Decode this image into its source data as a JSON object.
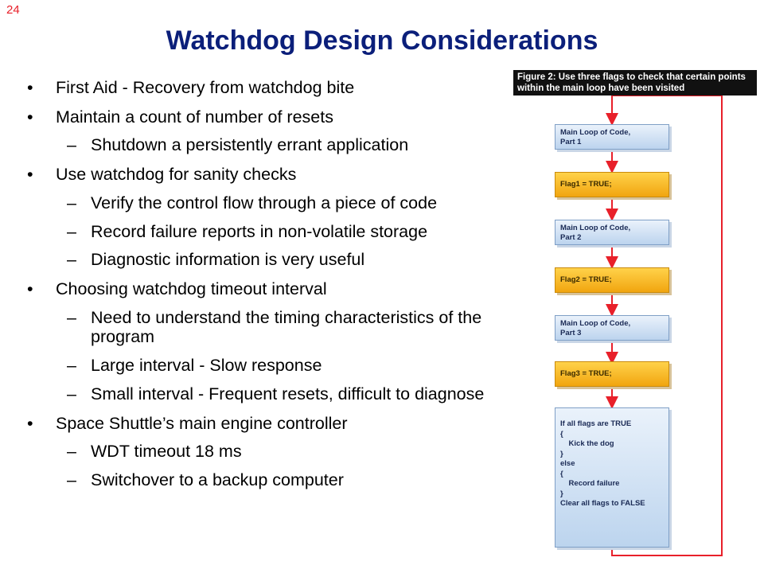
{
  "slide_number": "24",
  "title": "Watchdog Design Considerations",
  "bullets": [
    {
      "level": 1,
      "text": "First Aid - Recovery from watchdog bite"
    },
    {
      "level": 1,
      "text": "Maintain a count of number of resets"
    },
    {
      "level": 2,
      "text": "Shutdown a persistently errant application"
    },
    {
      "level": 1,
      "text": "Use watchdog for sanity checks"
    },
    {
      "level": 2,
      "text": "Verify the control flow through a piece of code"
    },
    {
      "level": 2,
      "text": "Record failure reports in non-volatile storage"
    },
    {
      "level": 2,
      "text": "Diagnostic information is very useful"
    },
    {
      "level": 1,
      "text": "Choosing watchdog timeout interval"
    },
    {
      "level": 2,
      "text": "Need to understand the timing characteristics of the program"
    },
    {
      "level": 2,
      "text": "Large interval - Slow response"
    },
    {
      "level": 2,
      "text": "Small interval - Frequent resets, difficult to diagnose"
    },
    {
      "level": 1,
      "text": "Space Shuttle’s main engine controller"
    },
    {
      "level": 2,
      "text": "WDT timeout 18 ms"
    },
    {
      "level": 2,
      "text": "Switchover to a backup computer"
    }
  ],
  "figure": {
    "caption": "Figure 2: Use three flags to check that certain points within the main loop have been visited",
    "boxes": [
      "Main Loop of Code,\nPart 1",
      "Flag1 = TRUE;",
      "Main Loop of Code,\nPart 2",
      "Flag2 = TRUE;",
      "Main Loop of Code,\nPart 3",
      "Flag3 = TRUE;",
      "If all flags are TRUE\n{\n    Kick the dog\n}\nelse\n{\n    Record failure\n}\nClear all flags to FALSE"
    ]
  },
  "colors": {
    "title": "#0b1f7a",
    "slide_number": "#e8202a",
    "flow_line": "#e8202a",
    "box_blue": "#bcd4ee",
    "box_gold": "#f1a50f"
  }
}
